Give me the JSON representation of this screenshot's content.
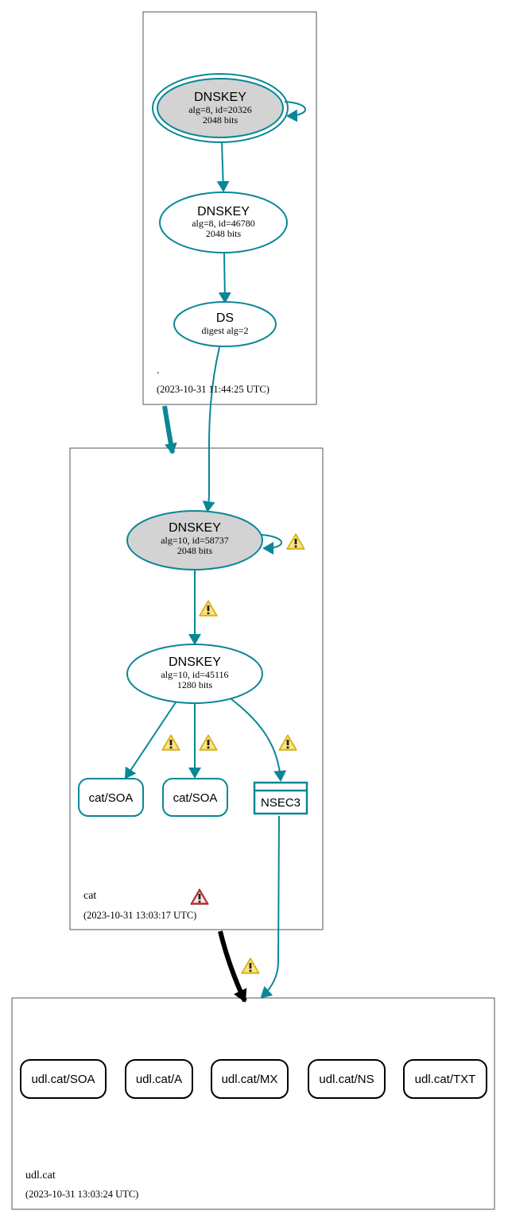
{
  "colors": {
    "edge": "#0a8796",
    "ksk_fill": "#d3d3d3",
    "box_stroke": "#555555",
    "warn_yellow": "#f2c81e",
    "warn_red": "#c62828",
    "delegation_black": "#000000"
  },
  "zones": {
    "root": {
      "label": ".",
      "timestamp": "(2023-10-31 11:44:25 UTC)"
    },
    "cat": {
      "label": "cat",
      "timestamp": "(2023-10-31 13:03:17 UTC)"
    },
    "udl": {
      "label": "udl.cat",
      "timestamp": "(2023-10-31 13:03:24 UTC)"
    }
  },
  "nodes": {
    "root_ksk": {
      "title": "DNSKEY",
      "line1": "alg=8, id=20326",
      "line2": "2048 bits"
    },
    "root_zsk": {
      "title": "DNSKEY",
      "line1": "alg=8, id=46780",
      "line2": "2048 bits"
    },
    "root_ds": {
      "title": "DS",
      "line1": "digest alg=2"
    },
    "cat_ksk": {
      "title": "DNSKEY",
      "line1": "alg=10, id=58737",
      "line2": "2048 bits"
    },
    "cat_zsk": {
      "title": "DNSKEY",
      "line1": "alg=10, id=45116",
      "line2": "1280 bits"
    },
    "cat_soa_1": {
      "label": "cat/SOA"
    },
    "cat_soa_2": {
      "label": "cat/SOA"
    },
    "cat_nsec3": {
      "label": "NSEC3"
    }
  },
  "records": {
    "soa": "udl.cat/SOA",
    "a": "udl.cat/A",
    "mx": "udl.cat/MX",
    "ns": "udl.cat/NS",
    "txt": "udl.cat/TXT"
  },
  "icons": {
    "warning": "warning-triangle-icon",
    "error": "error-triangle-icon"
  }
}
